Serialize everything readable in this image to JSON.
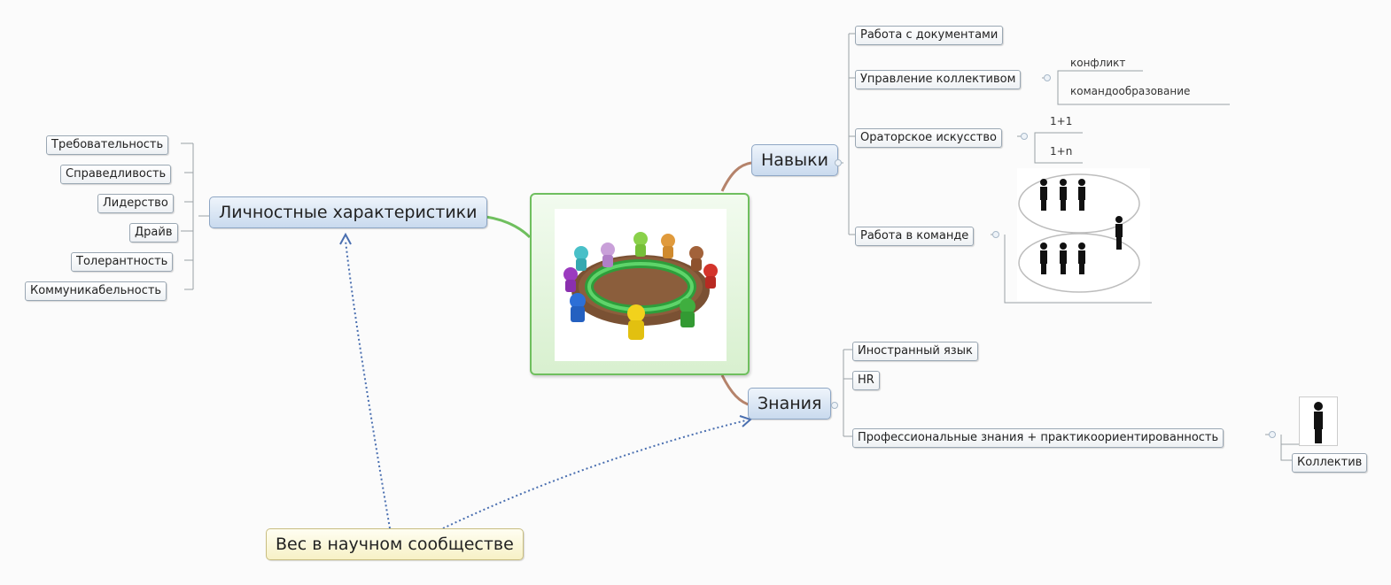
{
  "mindmap": {
    "left": {
      "main": "Личностные характеристики",
      "items": [
        "Требовательность",
        "Справедливость",
        "Лидерство",
        "Драйв",
        "Толерантность",
        "Коммуникабельность"
      ]
    },
    "skills": {
      "main": "Навыки",
      "docs": "Работа с документами",
      "team_mgmt": "Управление коллективом",
      "team_mgmt_sub": [
        "конфликт",
        "командообразование"
      ],
      "oratory": "Ораторское искусство",
      "oratory_sub": [
        "1+1",
        "1+n"
      ],
      "teamwork": "Работа в команде"
    },
    "knowledge": {
      "main": "Знания",
      "lang": "Иностранный язык",
      "hr": "HR",
      "prof": "Профессиональные знания + практикоориентированность",
      "prof_sub": "Коллектив"
    },
    "floating": "Вес в научном сообществе"
  },
  "colors": {
    "branch_brown": "#b5836b",
    "branch_green": "#6fbf5e",
    "line_gray": "#9aa0a6",
    "dotted_blue": "#4a6fb0"
  }
}
